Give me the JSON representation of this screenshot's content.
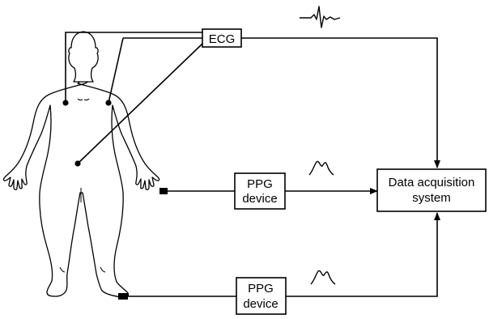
{
  "diagram": {
    "ecg_label": "ECG",
    "ppg_top_label": [
      "PPG",
      "device"
    ],
    "ppg_bottom_label": [
      "PPG",
      "device"
    ],
    "daq_label": [
      "Data acquisition",
      "system"
    ]
  }
}
